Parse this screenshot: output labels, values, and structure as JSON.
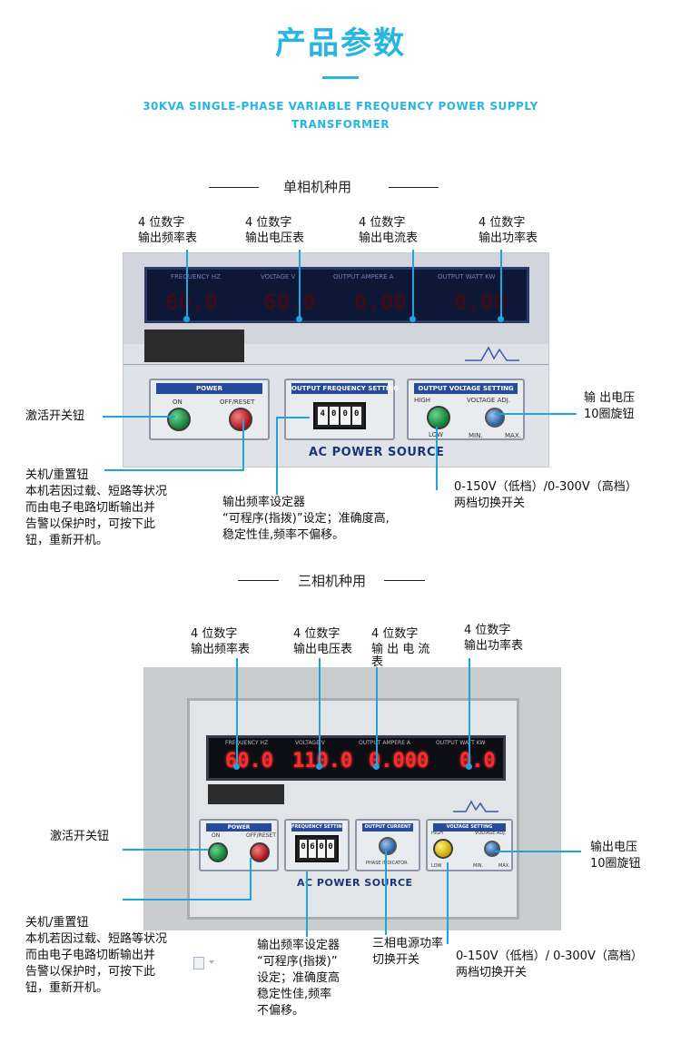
{
  "header": {
    "title": "产品参数",
    "subtitle": "30KVA SINGLE-PHASE VARIABLE FREQUENCY POWER SUPPLY TRANSFORMER",
    "accent_color": "#27b6e2"
  },
  "single_phase": {
    "section_title": "单相机种用",
    "top_labels": [
      {
        "line1": "4 位数字",
        "line2": "输出频率表"
      },
      {
        "line1": "4 位数字",
        "line2": "输出电压表"
      },
      {
        "line1": "4 位数字",
        "line2": "输出电流表"
      },
      {
        "line1": "4 位数字",
        "line2": "输出功率表"
      }
    ],
    "device": {
      "display_headers": [
        "FREQUENCY HZ",
        "VOLTAGE V",
        "OUTPUT AMPERE A",
        "OUTPUT WATT KW"
      ],
      "display_digits": [
        "60.0",
        "60.0",
        "0.00",
        "0.00"
      ],
      "power_panel": "POWER",
      "on_label": "ON",
      "off_label": "OFF/RESET",
      "freq_panel": "OUTPUT FREQUENCY SETTING",
      "freq_digits": [
        "4",
        "0",
        "0",
        "0"
      ],
      "volt_panel": "OUTPUT VOLTAGE SETTING",
      "high_label": "HIGH",
      "low_label": "LOW",
      "adj_label": "VOLTAGE ADJ.",
      "min_label": "MIN.",
      "max_label": "MAX.",
      "brand": "AC POWER SOURCE"
    },
    "left_label_switch": "激活开关钮",
    "reset_label": {
      "title": "关机/重置钮",
      "lines": [
        "本机若因过载、短路等状况",
        "而由电子电路切断输出并",
        "告警以保护时，可按下此",
        "钮，重新开机。"
      ]
    },
    "freq_setter_label": {
      "title": "输出频率设定器",
      "lines": [
        "“可程序(指拨)”设定；准确度高,",
        "稳定性佳,频率不偏移。"
      ]
    },
    "voltage_knob_label": {
      "line1": "输  出电压",
      "line2": "10圈旋钮"
    },
    "range_switch_label": {
      "line1": "0-150V（低档）/0-300V（高档）",
      "line2": "两档切换开关"
    }
  },
  "three_phase": {
    "section_title": "三相机种用",
    "top_labels": [
      {
        "line1": "4 位数字",
        "line2": "输出频率表"
      },
      {
        "line1": "4 位数字",
        "line2": "输出电压表"
      },
      {
        "line1": "4 位数字",
        "line2": "输 出 电 流",
        "line3": "表"
      },
      {
        "line1": "4 位数字",
        "line2": "输出功率表"
      }
    ],
    "device": {
      "display_headers": [
        "FREQUENCY HZ",
        "VOLTAGE V",
        "OUTPUT AMPERE A",
        "OUTPUT WATT KW"
      ],
      "display_digits": [
        "60.0",
        "110.0",
        "0.000",
        "0.0"
      ],
      "power_panel": "POWER",
      "on_label": "ON",
      "off_label": "OFF/RESET",
      "freq_panel": "FREQUENCY SETTING",
      "freq_digits": [
        "0",
        "6",
        "0",
        "0"
      ],
      "current_panel": "OUTPUT CURRENT",
      "phase_label": "PHASE INDICATOR",
      "volt_panel": "VOLTAGE SETTING",
      "high_label": "HIGH",
      "low_label": "LOW",
      "adj_label": "VOLTAGE ADJ.",
      "min_label": "MIN.",
      "max_label": "MAX.",
      "brand": "AC POWER SOURCE"
    },
    "left_label_switch": "激活开关钮",
    "reset_label": {
      "title": "关机/重置钮",
      "lines": [
        "本机若因过载、短路等状况",
        "而由电子电路切断输出并",
        "告警以保护时，可按下此",
        "钮，重新开机。"
      ]
    },
    "freq_setter_label": {
      "title": "输出频率设定器",
      "lines": [
        "“可程序(指拨)”",
        "设定；准确度高",
        "稳定性佳,频率",
        "不偏移。"
      ]
    },
    "phase_switch_label": {
      "line1": "三相电源功率",
      "line2": "切换开关"
    },
    "voltage_knob_label": {
      "line1": "输出电压",
      "line2": "10圈旋钮"
    },
    "range_switch_label": {
      "line1": "0-150V（低档）/ 0-300V（高档）",
      "line2": "两档切换开关"
    }
  }
}
